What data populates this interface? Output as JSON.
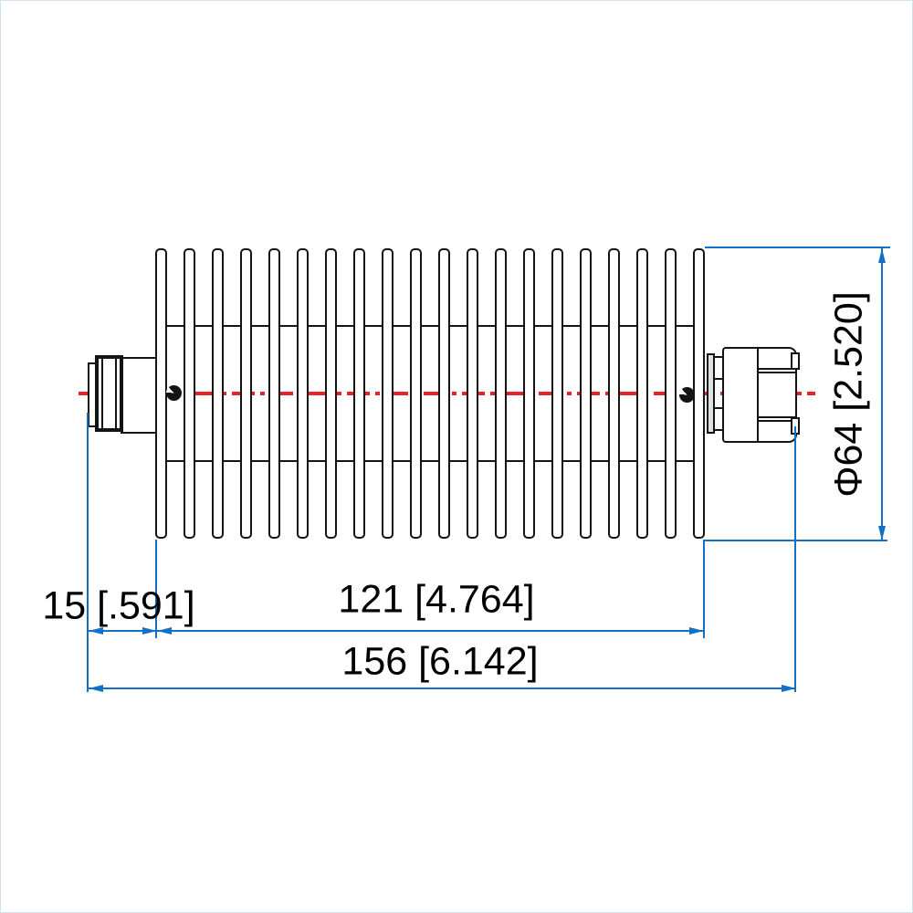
{
  "drawing": {
    "dim_left": "15 [.591]",
    "dim_middle": "121 [4.764]",
    "dim_total": "156 [6.142]",
    "dim_diameter": "Φ64 [2.520]"
  },
  "heatsink": {
    "fin_count": 20
  },
  "colors": {
    "outline": "#141414",
    "dimension": "#1271c7",
    "centerline": "#e8232a",
    "background": "#ffffff"
  }
}
